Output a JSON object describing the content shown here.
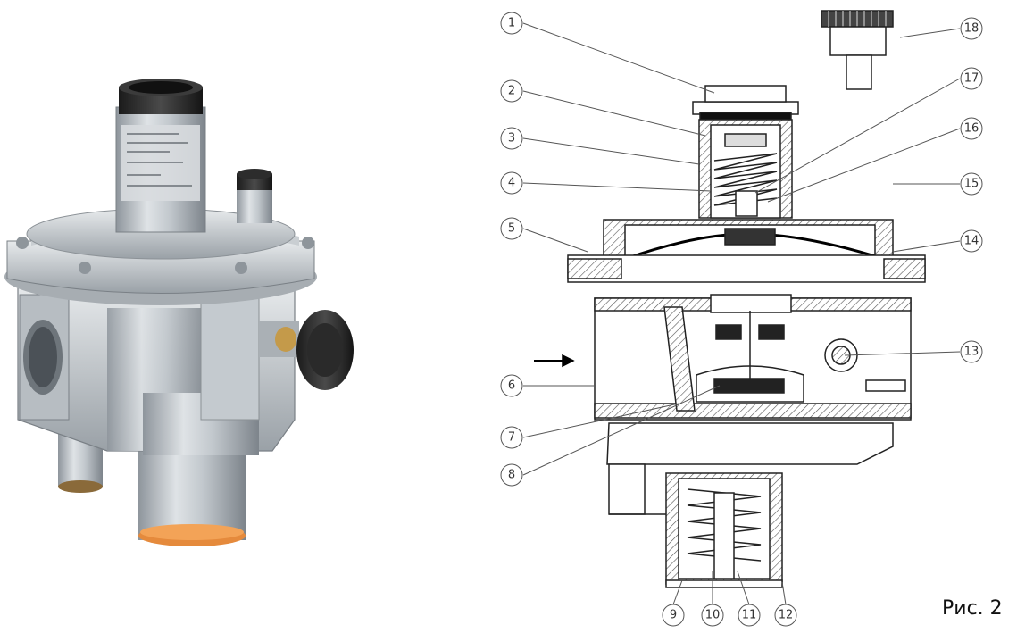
{
  "caption": "Рис. 2",
  "callouts": [
    "1",
    "2",
    "3",
    "4",
    "5",
    "6",
    "7",
    "8",
    "9",
    "10",
    "11",
    "12",
    "13",
    "14",
    "15",
    "16",
    "17",
    "18"
  ]
}
